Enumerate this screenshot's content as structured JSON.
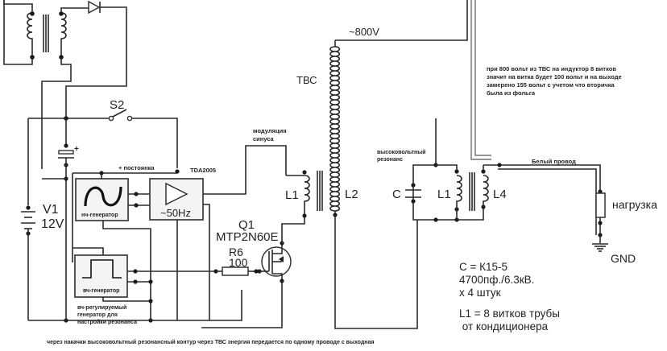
{
  "labels": {
    "switch": "S2",
    "battery_name": "V1",
    "battery_value": "12V",
    "dc_plus": "+ постоянка",
    "amp_chip": "TDA2005",
    "amp_freq": "~50Hz",
    "lf_gen": "нч-генератор",
    "hf_gen": "вч-генератор",
    "hf_note_1": "вч-регулируемый",
    "hf_note_2": "генератор для",
    "hf_note_3": "настройки резонанса",
    "modulation_1": "модуляция",
    "modulation_2": "синуса",
    "q1_name": "Q1",
    "q1_part": "MTP2N60E",
    "r6_name": "R6",
    "r6_value": "100",
    "l1_primary": "L1",
    "l2": "L2",
    "tbc": "ТВС",
    "voltage_top": "~800V",
    "hv_resonance_1": "высоковольтный",
    "hv_resonance_2": "резонанс",
    "cap": "C",
    "l1_resonant": "L1",
    "l4": "L4",
    "white_wire": "Белый провод",
    "load": "нагрузка",
    "gnd": "GND",
    "cap_plus": "+"
  },
  "notes": {
    "top_right": [
      "при 800 вольт из ТВС на индуктор 8 витков",
      "значит на витка будет 100 вольт и на выходе",
      "замерено 155 вольт с учетом что вторичка",
      "была из фольга"
    ],
    "spec": [
      "C = К15-5",
      "4700пф./6.3кВ.",
      "х 4 штук"
    ],
    "l1_spec": [
      "L1 = 8 витков трубы",
      " от кондиционера"
    ],
    "bottom": "через накачки высоковольтный резонансный контур через ТВС энергия передается по одному проводе с выходная"
  }
}
